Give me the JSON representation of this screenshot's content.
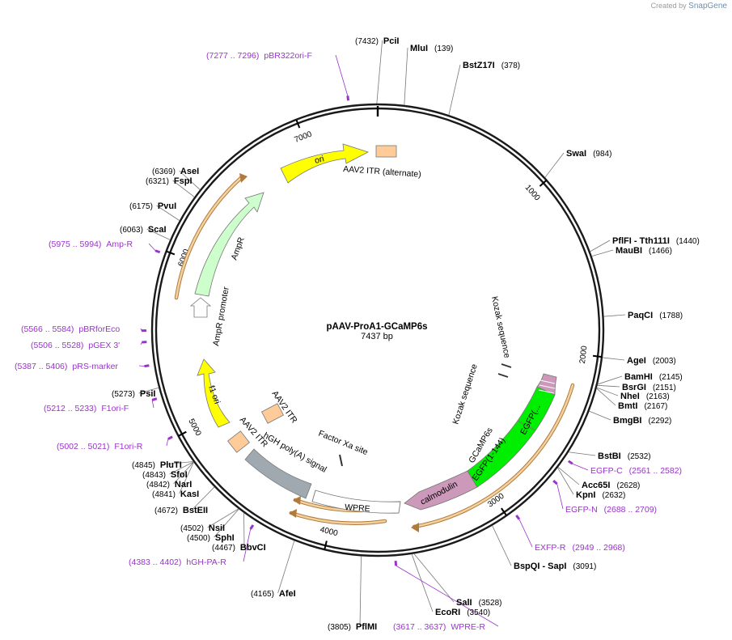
{
  "brand": {
    "prefix": "Created by",
    "name": "SnapGene"
  },
  "plasmid": {
    "name": "pAAV-ProA1-GCaMP6s",
    "length_label": "7437 bp",
    "total": 7437
  },
  "tick_labels": [
    "1000",
    "2000",
    "3000",
    "4000",
    "5000",
    "6000",
    "7000"
  ],
  "sites": [
    {
      "name": "PciI",
      "pos": "(7432)",
      "bp": 7432
    },
    {
      "name": "MluI",
      "pos": "(139)",
      "bp": 139
    },
    {
      "name": "BstZ17I",
      "pos": "(378)",
      "bp": 378
    },
    {
      "name": "SwaI",
      "pos": "(984)",
      "bp": 984
    },
    {
      "name": "PflFI - Tth111I",
      "pos": "(1440)",
      "bp": 1440
    },
    {
      "name": "MauBI",
      "pos": "(1466)",
      "bp": 1466
    },
    {
      "name": "PaqCI",
      "pos": "(1788)",
      "bp": 1788
    },
    {
      "name": "AgeI",
      "pos": "(2003)",
      "bp": 2003
    },
    {
      "name": "BamHI",
      "pos": "(2145)",
      "bp": 2145
    },
    {
      "name": "BsrGI",
      "pos": "(2151)",
      "bp": 2151
    },
    {
      "name": "NheI",
      "pos": "(2163)",
      "bp": 2163
    },
    {
      "name": "BmtI",
      "pos": "(2167)",
      "bp": 2167
    },
    {
      "name": "BmgBI",
      "pos": "(2292)",
      "bp": 2292
    },
    {
      "name": "BstBI",
      "pos": "(2532)",
      "bp": 2532
    },
    {
      "name": "Acc65I",
      "pos": "(2628)",
      "bp": 2628
    },
    {
      "name": "KpnI",
      "pos": "(2632)",
      "bp": 2632
    },
    {
      "name": "BspQI - SapI",
      "pos": "(3091)",
      "bp": 3091
    },
    {
      "name": "SalI",
      "pos": "(3528)",
      "bp": 3528
    },
    {
      "name": "EcoRI",
      "pos": "(3540)",
      "bp": 3540
    },
    {
      "name": "PflMI",
      "pos": "(3805)",
      "bp": 3805
    },
    {
      "name": "AfeI",
      "pos": "(4165)",
      "bp": 4165
    },
    {
      "name": "BbvCI",
      "pos": "(4467)",
      "bp": 4467
    },
    {
      "name": "SphI",
      "pos": "(4500)",
      "bp": 4500
    },
    {
      "name": "NsiI",
      "pos": "(4502)",
      "bp": 4502
    },
    {
      "name": "BstEII",
      "pos": "(4672)",
      "bp": 4672
    },
    {
      "name": "KasI",
      "pos": "(4841)",
      "bp": 4841
    },
    {
      "name": "NarI",
      "pos": "(4842)",
      "bp": 4842
    },
    {
      "name": "SfoI",
      "pos": "(4843)",
      "bp": 4843
    },
    {
      "name": "PluTI",
      "pos": "(4845)",
      "bp": 4845
    },
    {
      "name": "PsiI",
      "pos": "(5273)",
      "bp": 5273
    },
    {
      "name": "ScaI",
      "pos": "(6063)",
      "bp": 6063
    },
    {
      "name": "PvuI",
      "pos": "(6175)",
      "bp": 6175
    },
    {
      "name": "FspI",
      "pos": "(6321)",
      "bp": 6321
    },
    {
      "name": "AseI",
      "pos": "(6369)",
      "bp": 6369
    }
  ],
  "primers": [
    {
      "name": "pBR322ori-F",
      "range": "(7277 .. 7296)",
      "bp": 7286
    },
    {
      "name": "EGFP-C",
      "range": "(2561 .. 2582)",
      "bp": 2571
    },
    {
      "name": "EGFP-N",
      "range": "(2688 .. 2709)",
      "bp": 2698
    },
    {
      "name": "EXFP-R",
      "range": "(2949 .. 2968)",
      "bp": 2958
    },
    {
      "name": "WPRE-R",
      "range": "(3617 .. 3637)",
      "bp": 3627
    },
    {
      "name": "hGH-PA-R",
      "range": "(4383 .. 4402)",
      "bp": 4392
    },
    {
      "name": "F1ori-R",
      "range": "(5002 .. 5021)",
      "bp": 5011
    },
    {
      "name": "F1ori-F",
      "range": "(5212 .. 5233)",
      "bp": 5222
    },
    {
      "name": "pRS-marker",
      "range": "(5387 .. 5406)",
      "bp": 5396
    },
    {
      "name": "pGEX 3'",
      "range": "(5506 .. 5528)",
      "bp": 5517
    },
    {
      "name": "pBRforEco",
      "range": "(5566 .. 5584)",
      "bp": 5575
    },
    {
      "name": "Amp-R",
      "range": "(5975 .. 5994)",
      "bp": 5984
    }
  ],
  "features": {
    "itr_alt": "AAV2 ITR (alternate)",
    "ori": "ori",
    "ampr": "AmpR",
    "ampr_promoter": "AmpR promoter",
    "f1_ori": "f1 ori",
    "aav2_itr_a": "AAV2 ITR",
    "aav2_itr_b": "AAV2 ITR",
    "hgh": "hGH poly(A) signal",
    "factor_xa": "Factor Xa site",
    "wpre": "WPRE",
    "calmodulin": "calmodulin",
    "egfp_a": "EGFP(1-144)",
    "egfp_b": "EGFP(...",
    "gcamp": "GCaMP6s",
    "kozak_a": "Kozak sequence",
    "kozak_b": "Kozak sequence"
  },
  "colors": {
    "backbone": "#1a1a1a",
    "ori": "#ffff00",
    "ampr": "#ccffcc",
    "itr": "#ffcc99",
    "egfp": "#00ee00",
    "calmodulin": "#cc99bb",
    "wpre": "#ffffff",
    "hgh": "#a0a8b0",
    "orf_arc": "#f0c890",
    "primer": "#9a32cd"
  }
}
